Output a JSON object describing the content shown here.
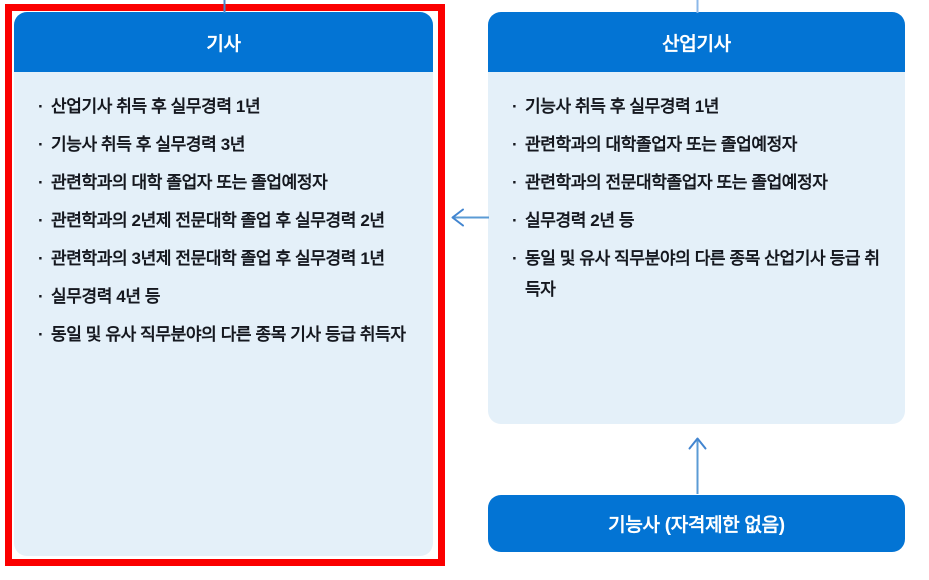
{
  "colors": {
    "header_blue": "#0374d4",
    "panel_body_blue": "#e4f0f9",
    "highlight_red": "#fb0000",
    "connector_blue": "#5b9bd5",
    "text_dark": "#15181f",
    "title_white": "#ffffff"
  },
  "diagram": {
    "bullet": "·",
    "engineer_panel": {
      "title": "기사",
      "highlighted": true,
      "items": [
        "산업기사 취득 후 실무경력 1년",
        "기능사 취득 후 실무경력 3년",
        "관련학과의 대학 졸업자 또는 졸업예정자",
        "관련학과의 2년제 전문대학 졸업 후 실무경력 2년",
        "관련학과의 3년제 전문대학 졸업 후 실무경력 1년",
        "실무경력 4년 등",
        "동일 및 유사 직무분야의 다른 종목 기사 등급 취득자"
      ]
    },
    "industrial_panel": {
      "title": "산업기사",
      "items": [
        "기능사 취득 후 실무경력 1년",
        "관련학과의 대학졸업자 또는 졸업예정자",
        "관련학과의 전문대학졸업자 또는 졸업예정자",
        "실무경력 2년 등",
        "동일 및 유사 직무분야의 다른 종목 산업기사 등급 취득자"
      ]
    },
    "craftsman_node": {
      "label": "기능사 (자격제한 없음)"
    }
  }
}
